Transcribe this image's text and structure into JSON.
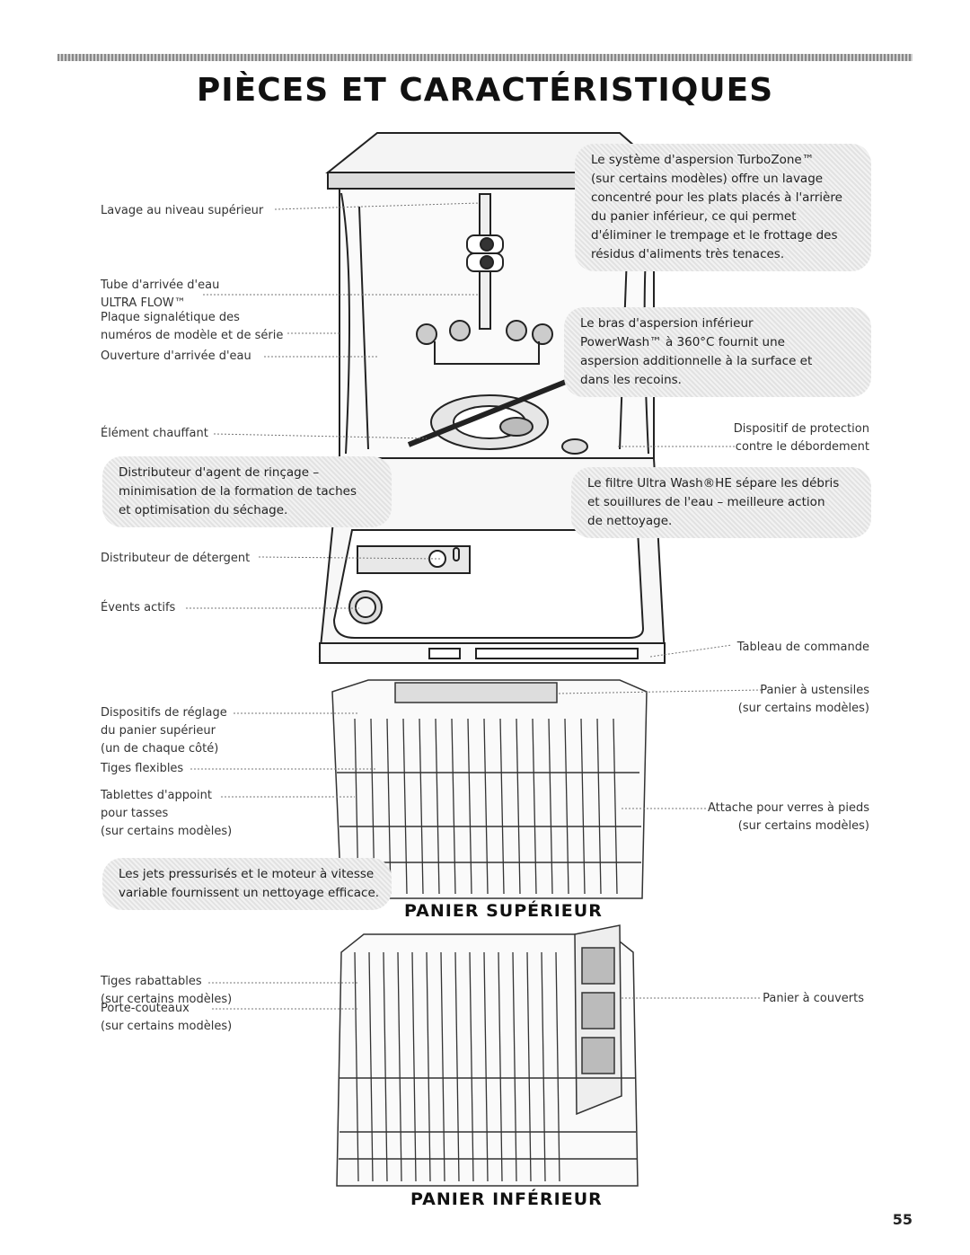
{
  "page": {
    "title": "PIÈCES ET CARACTÉRISTIQUES",
    "page_number": "55"
  },
  "labels_left": {
    "lavage": "Lavage au niveau supérieur",
    "tube_1": "Tube d'arrivée d'eau",
    "tube_2": "ULTRA FLOW™",
    "plaque_1": "Plaque signalétique des",
    "plaque_2": "numéros de modèle et de série",
    "ouverture": "Ouverture d'arrivée d'eau",
    "element": "Élément chauffant",
    "detergent": "Distributeur de détergent",
    "events": "Évents actifs",
    "reglage_1": "Dispositifs de réglage",
    "reglage_2": "du panier supérieur",
    "reglage_3": "(un de chaque côté)",
    "tiges_flex": "Tiges flexibles",
    "tablettes_1": "Tablettes d'appoint",
    "tablettes_2": "pour tasses",
    "tablettes_3": "(sur certains modèles)",
    "rabattables_1": "Tiges rabattables",
    "rabattables_2": "(sur certains modèles)",
    "couteaux_1": "Porte-couteaux",
    "couteaux_2": "(sur certains modèles)"
  },
  "labels_right": {
    "protection_1": "Dispositif de protection",
    "protection_2": "contre le débordement",
    "tableau": "Tableau de commande",
    "ustensiles_1": "Panier à ustensiles",
    "ustensiles_2": "(sur certains modèles)",
    "attache_1": "Attache pour verres à pieds",
    "attache_2": "(sur certains modèles)",
    "couverts": "Panier à couverts"
  },
  "callouts": {
    "turbozone": [
      "Le système d'aspersion TurboZone™",
      "(sur certains modèles) offre un lavage",
      "concentré pour les plats placés à l'arrière",
      "du panier inférieur, ce qui permet",
      "d'éliminer le trempage et le frottage des",
      "résidus d'aliments très tenaces."
    ],
    "powerwash": [
      "Le bras d'aspersion inférieur",
      "PowerWash™ à 360°C fournit une",
      "aspersion additionnelle à la surface et",
      "dans les recoins."
    ],
    "rincage": [
      "Distributeur d'agent de rinçage –",
      "minimisation de la formation de taches",
      "et optimisation du séchage."
    ],
    "filtre": [
      "Le filtre Ultra Wash®HE sépare les débris",
      "et souillures de l'eau – meilleure action",
      "de nettoyage."
    ],
    "jets": [
      "Les jets pressurisés et le moteur à vitesse",
      "variable fournissent un nettoyage efficace."
    ]
  },
  "racks": {
    "upper": "PANIER SUPÉRIEUR",
    "lower": "PANIER INFÉRIEUR"
  }
}
